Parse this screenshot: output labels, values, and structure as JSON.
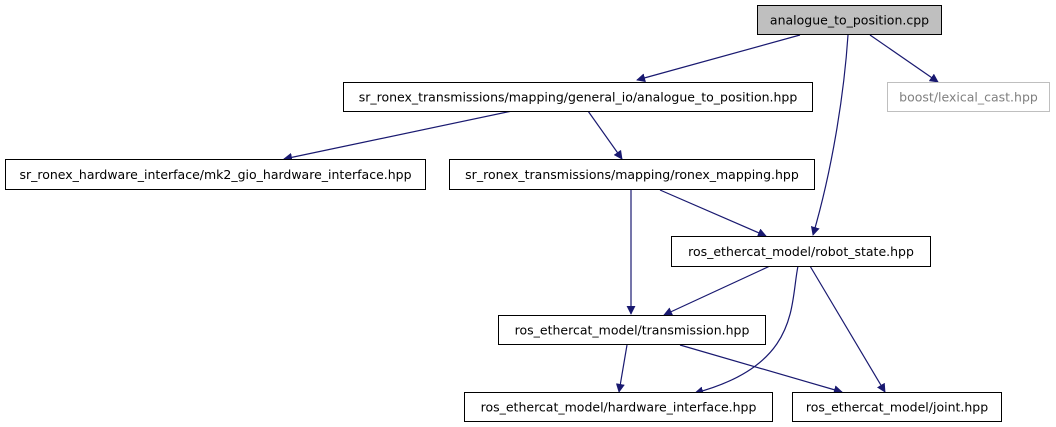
{
  "diagram": {
    "nodes": [
      {
        "id": "analogue_cpp",
        "label": "analogue_to_position.cpp",
        "style": "root"
      },
      {
        "id": "analogue_hpp",
        "label": "sr_ronex_transmissions/mapping/general_io/analogue_to_position.hpp",
        "style": "normal"
      },
      {
        "id": "boost",
        "label": "boost/lexical_cast.hpp",
        "style": "external"
      },
      {
        "id": "mk2",
        "label": "sr_ronex_hardware_interface/mk2_gio_hardware_interface.hpp",
        "style": "normal"
      },
      {
        "id": "ronex_mapping",
        "label": "sr_ronex_transmissions/mapping/ronex_mapping.hpp",
        "style": "normal"
      },
      {
        "id": "robot_state",
        "label": "ros_ethercat_model/robot_state.hpp",
        "style": "normal"
      },
      {
        "id": "transmission",
        "label": "ros_ethercat_model/transmission.hpp",
        "style": "normal"
      },
      {
        "id": "hw_iface",
        "label": "ros_ethercat_model/hardware_interface.hpp",
        "style": "normal"
      },
      {
        "id": "joint",
        "label": "ros_ethercat_model/joint.hpp",
        "style": "normal"
      }
    ],
    "edges": [
      {
        "from": "analogue_cpp",
        "to": "analogue_hpp"
      },
      {
        "from": "analogue_cpp",
        "to": "robot_state"
      },
      {
        "from": "analogue_cpp",
        "to": "boost"
      },
      {
        "from": "analogue_hpp",
        "to": "mk2"
      },
      {
        "from": "analogue_hpp",
        "to": "ronex_mapping"
      },
      {
        "from": "ronex_mapping",
        "to": "robot_state"
      },
      {
        "from": "ronex_mapping",
        "to": "transmission"
      },
      {
        "from": "robot_state",
        "to": "transmission"
      },
      {
        "from": "robot_state",
        "to": "hw_iface"
      },
      {
        "from": "robot_state",
        "to": "joint"
      },
      {
        "from": "transmission",
        "to": "hw_iface"
      },
      {
        "from": "transmission",
        "to": "joint"
      }
    ],
    "colors": {
      "edge": "#191970",
      "root_fill": "#bfbfbf",
      "external_border": "#bfbfbf",
      "external_text": "#808080"
    }
  }
}
